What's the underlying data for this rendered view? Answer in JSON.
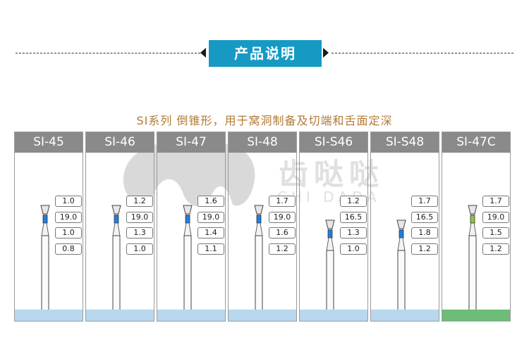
{
  "header": {
    "title": "产品说明"
  },
  "subtitle": "SI系列 倒锥形，用于窝洞制备及切端和舌面定深",
  "watermark": {
    "text": "齿哒哒",
    "sub": "CHI DADA"
  },
  "colors": {
    "accent": "#169ac4",
    "head": "#8a8a8a",
    "band_blue": "#1f7fe0",
    "band_green": "#8dc63f",
    "base_blue": "#b7d8ee",
    "base_green": "#6dbd78"
  },
  "products": [
    {
      "model": "SI-45",
      "values": [
        "1.0",
        "19.0",
        "1.0",
        "0.8"
      ],
      "band": "blue"
    },
    {
      "model": "SI-46",
      "values": [
        "1.2",
        "19.0",
        "1.3",
        "1.0"
      ],
      "band": "blue"
    },
    {
      "model": "SI-47",
      "values": [
        "1.6",
        "19.0",
        "1.4",
        "1.1"
      ],
      "band": "blue"
    },
    {
      "model": "SI-48",
      "values": [
        "1.7",
        "19.0",
        "1.6",
        "1.2"
      ],
      "band": "blue"
    },
    {
      "model": "SI-S46",
      "values": [
        "1.2",
        "16.5",
        "1.3",
        "1.0"
      ],
      "band": "blue"
    },
    {
      "model": "SI-S48",
      "values": [
        "1.7",
        "16.5",
        "1.8",
        "1.2"
      ],
      "band": "blue"
    },
    {
      "model": "SI-47C",
      "values": [
        "1.7",
        "19.0",
        "1.5",
        "1.2"
      ],
      "band": "green"
    }
  ]
}
